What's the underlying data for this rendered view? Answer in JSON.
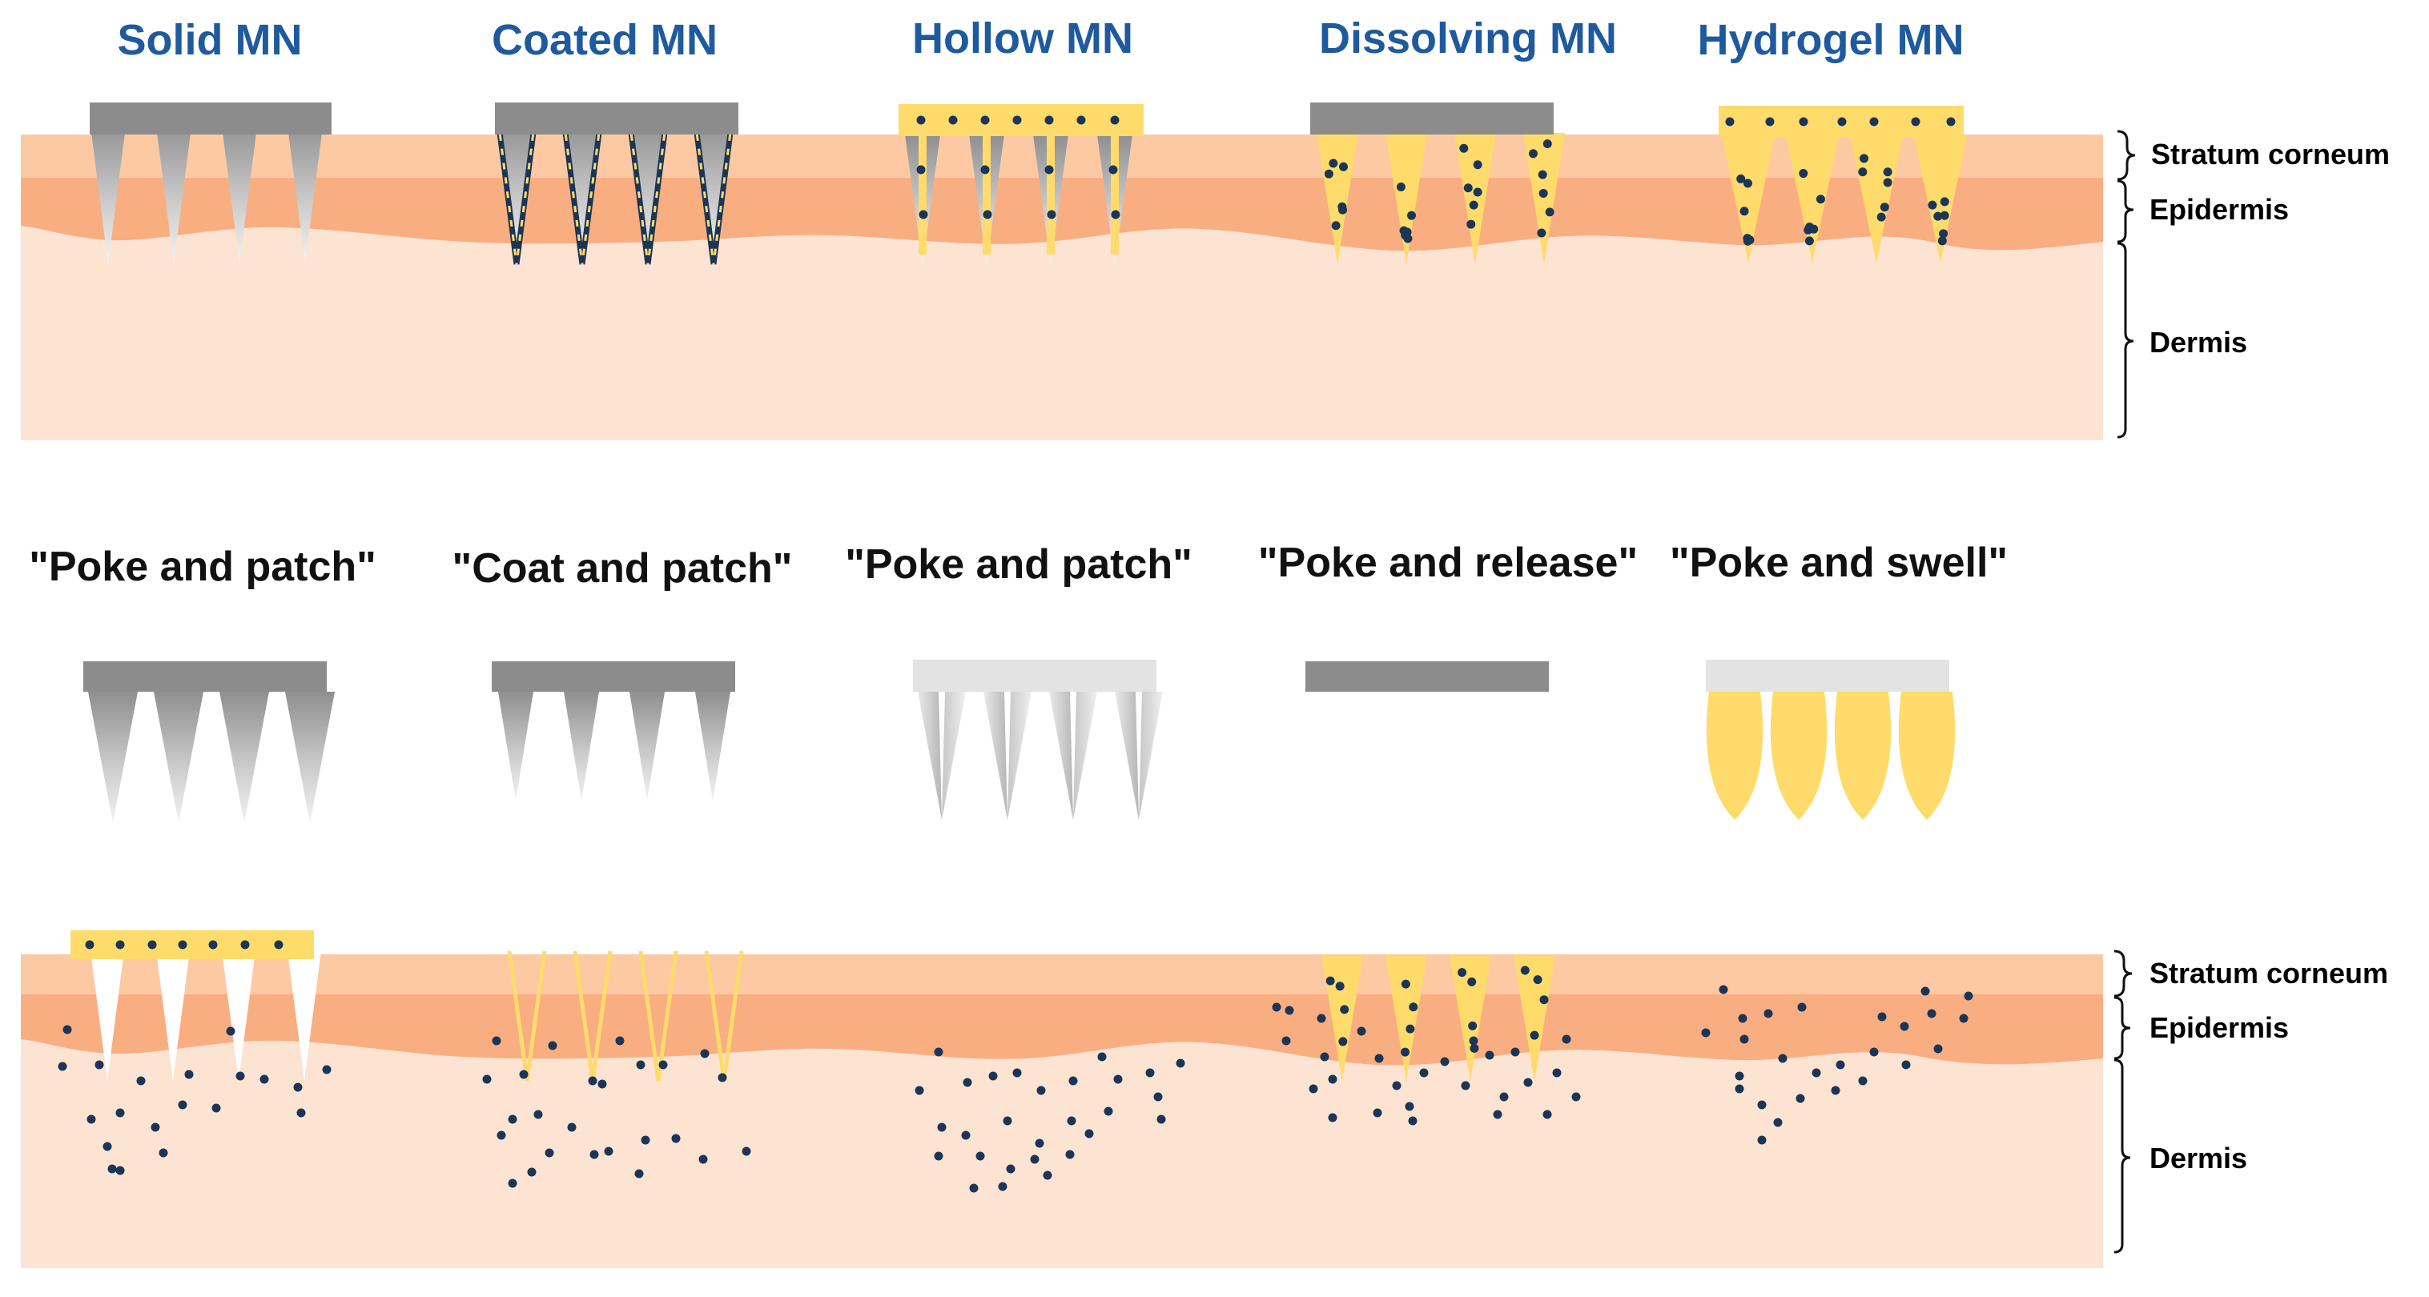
{
  "types": [
    {
      "title": "Solid MN",
      "mechanism": "\"Poke and patch\""
    },
    {
      "title": "Coated MN",
      "mechanism": "\"Coat and patch\""
    },
    {
      "title": "Hollow MN",
      "mechanism": "\"Poke and patch\""
    },
    {
      "title": "Dissolving MN",
      "mechanism": "\"Poke and release\""
    },
    {
      "title": "Hydrogel MN",
      "mechanism": "\"Poke and swell\""
    }
  ],
  "skin_layers": [
    "Stratum corneum",
    "Epidermis",
    "Dermis"
  ],
  "colors": {
    "title_blue": "#1f5a9e",
    "stratum_corneum": "#fcc9a3",
    "epidermis": "#f9ae82",
    "dermis": "#fde3d1",
    "base_gray": "#8c8c8c",
    "light_gray": "#e3e3e3",
    "drug_yellow": "#fedb6b",
    "drug_dot": "#1b3556"
  }
}
